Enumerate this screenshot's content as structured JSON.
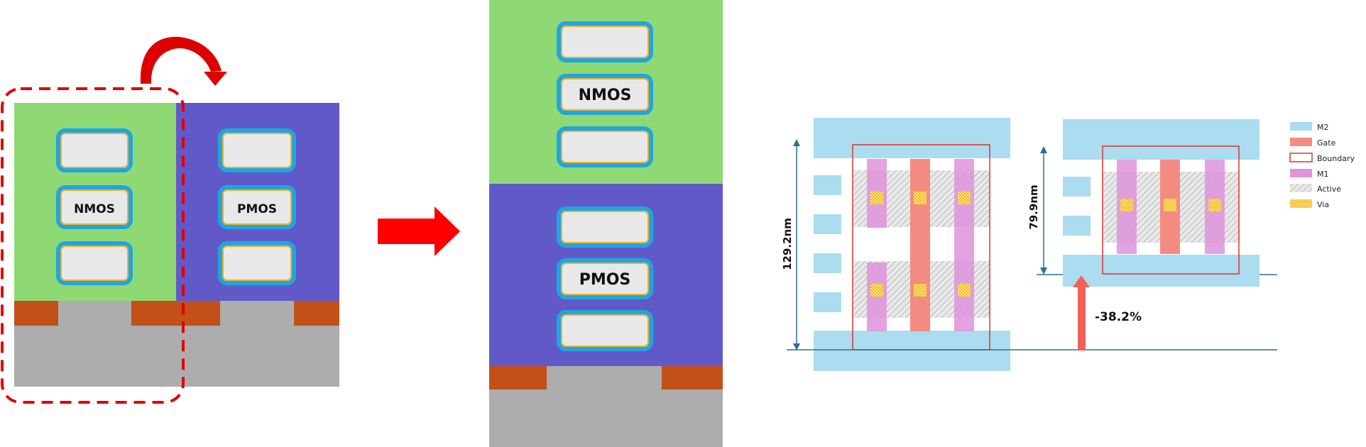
{
  "left_panel": {
    "nmos_label": "NMOS",
    "pmos_label": "PMOS",
    "colors": {
      "nmos_bg": "#8fd975",
      "pmos_bg": "#6259c9",
      "contact": "#c35018",
      "substrate": "#adadad",
      "highlight": "#e00000"
    }
  },
  "middle_panel": {
    "nmos_label": "NMOS",
    "pmos_label": "PMOS"
  },
  "right_panel": {
    "height_original": "129.2nm",
    "height_reduced": "79.9nm",
    "reduction": "-38.2%",
    "legend": [
      {
        "name": "M2",
        "icon": "m2-swatch"
      },
      {
        "name": "Gate",
        "icon": "gate-swatch"
      },
      {
        "name": "Boundary",
        "icon": "boundary-swatch"
      },
      {
        "name": "M1",
        "icon": "m1-swatch"
      },
      {
        "name": "Active",
        "icon": "active-swatch"
      },
      {
        "name": "Via",
        "icon": "via-swatch"
      }
    ],
    "colors": {
      "m2": "#abdcef",
      "gate": "#f38b82",
      "boundary": "#e03030",
      "m1": "#de93db",
      "via": "#f5b81c",
      "arrow": "#ef6259"
    }
  }
}
